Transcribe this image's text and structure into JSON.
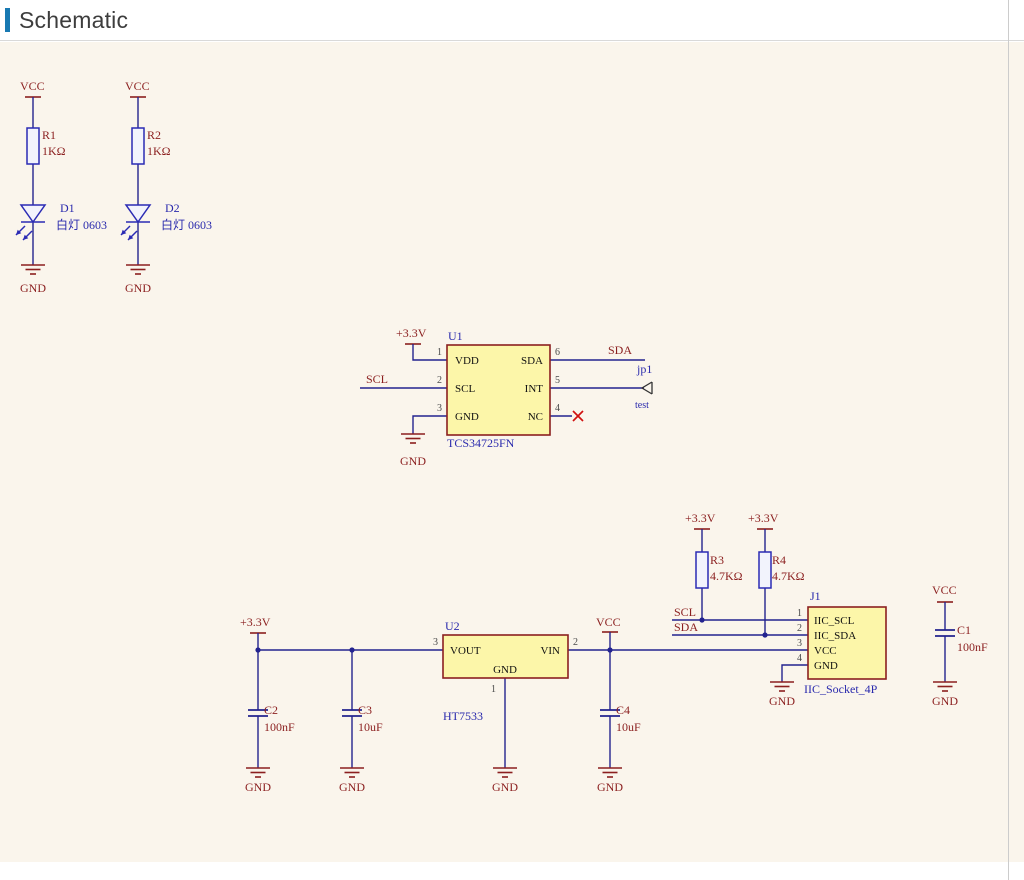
{
  "palette": {
    "canvas_bg": "#faf5ec",
    "accent_bar": "#1879b2",
    "wire": "#23238f",
    "component_outline": "#2b2bb4",
    "power": "#8b1f1f",
    "designator": "#2a2aad",
    "chip_fill": "#fcf6a9",
    "chip_border": "#8b2020",
    "pin_number": "#4a4a4a",
    "nc_cross": "#d01010"
  },
  "header": {
    "title": "Schematic"
  },
  "nets": {
    "vcc": "VCC",
    "gnd": "GND",
    "v33": "+3.3V",
    "scl": "SCL",
    "sda": "SDA"
  },
  "components": {
    "r1": {
      "ref": "R1",
      "value": "1KΩ"
    },
    "r2": {
      "ref": "R2",
      "value": "1KΩ"
    },
    "r3": {
      "ref": "R3",
      "value": "4.7KΩ"
    },
    "r4": {
      "ref": "R4",
      "value": "4.7KΩ"
    },
    "c1": {
      "ref": "C1",
      "value": "100nF"
    },
    "c2": {
      "ref": "C2",
      "value": "100nF"
    },
    "c3": {
      "ref": "C3",
      "value": "10uF"
    },
    "c4": {
      "ref": "C4",
      "value": "10uF"
    },
    "d1": {
      "ref": "D1",
      "value": "白灯 0603"
    },
    "d2": {
      "ref": "D2",
      "value": "白灯 0603"
    },
    "u1": {
      "ref": "U1",
      "part": "TCS34725FN",
      "pins": {
        "vdd": {
          "num": "1",
          "name": "VDD"
        },
        "scl": {
          "num": "2",
          "name": "SCL"
        },
        "gnd": {
          "num": "3",
          "name": "GND"
        },
        "nc": {
          "num": "4",
          "name": "NC"
        },
        "int": {
          "num": "5",
          "name": "INT"
        },
        "sda": {
          "num": "6",
          "name": "SDA"
        }
      },
      "jumper": {
        "ref": "jp1",
        "note": "test"
      }
    },
    "u2": {
      "ref": "U2",
      "part": "HT7533",
      "pins": {
        "vout": {
          "num": "3",
          "name": "VOUT"
        },
        "vin": {
          "num": "2",
          "name": "VIN"
        },
        "gnd": {
          "num": "1",
          "name": "GND"
        }
      }
    },
    "j1": {
      "ref": "J1",
      "part": "IIC_Socket_4P",
      "pins": [
        {
          "num": "1",
          "name": "IIC_SCL"
        },
        {
          "num": "2",
          "name": "IIC_SDA"
        },
        {
          "num": "3",
          "name": "VCC"
        },
        {
          "num": "4",
          "name": "GND"
        }
      ]
    }
  }
}
